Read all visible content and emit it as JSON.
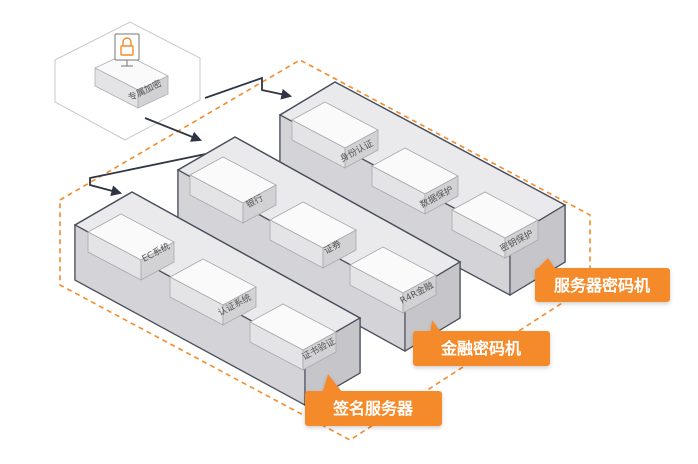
{
  "top_device": {
    "label": "专属加密",
    "icon": "lock-monitor-icon"
  },
  "groups": {
    "signing_server": {
      "callout": "签名服务器",
      "boxes": [
        "EC系统",
        "认证系统",
        "证书验证"
      ]
    },
    "financial_hsm": {
      "callout": "金融密码机",
      "boxes": [
        "银行",
        "证券",
        "R4R金融"
      ]
    },
    "server_hsm": {
      "callout": "服务器密码机",
      "boxes": [
        "身份认证",
        "数据保护",
        "密钥保护"
      ]
    }
  },
  "colors": {
    "accent": "#f58a2a",
    "tray_fill": "#eaeaec",
    "tray_stroke": "#4a4f5c",
    "box_top": "#fafafa",
    "box_left": "#e4e4e6",
    "box_right": "#d2d2d5",
    "arrow": "#2f3545"
  }
}
